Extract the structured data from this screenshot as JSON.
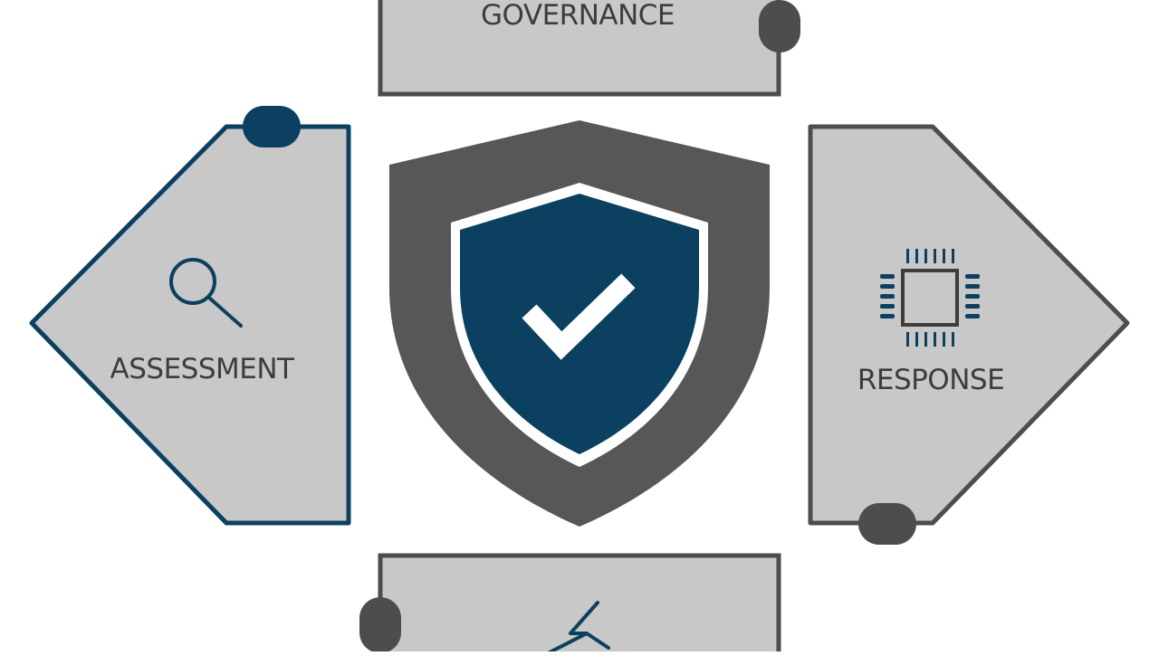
{
  "diagram": {
    "center": {
      "icon": "shield-check-icon"
    },
    "blocks": [
      {
        "id": "governance",
        "label": "GOVERNANCE",
        "icon": ""
      },
      {
        "id": "assessment",
        "label": "ASSESSMENT",
        "icon": "magnifier-icon"
      },
      {
        "id": "response",
        "label": "RESPONSE",
        "icon": "microchip-icon"
      },
      {
        "id": "bottom",
        "label": "",
        "icon": "lightning-bolt-icon"
      }
    ]
  },
  "colors": {
    "navy": "#0b4060",
    "dark_gray": "#575757",
    "block_fill": "#c8c8c8",
    "outline_gray": "#4d4d4d",
    "text": "#3d3d3d",
    "background": "#ffffff"
  }
}
